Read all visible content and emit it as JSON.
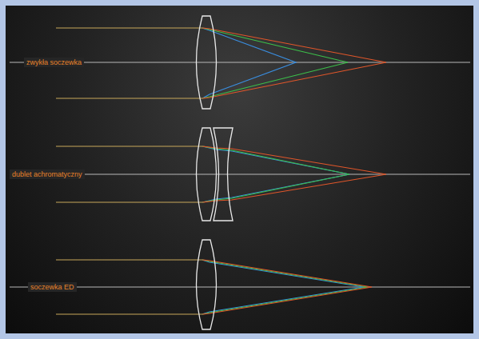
{
  "diagram": {
    "labels": [
      "zwykła soczewka",
      "dublet achromatyczny",
      "soczewka ED"
    ]
  }
}
